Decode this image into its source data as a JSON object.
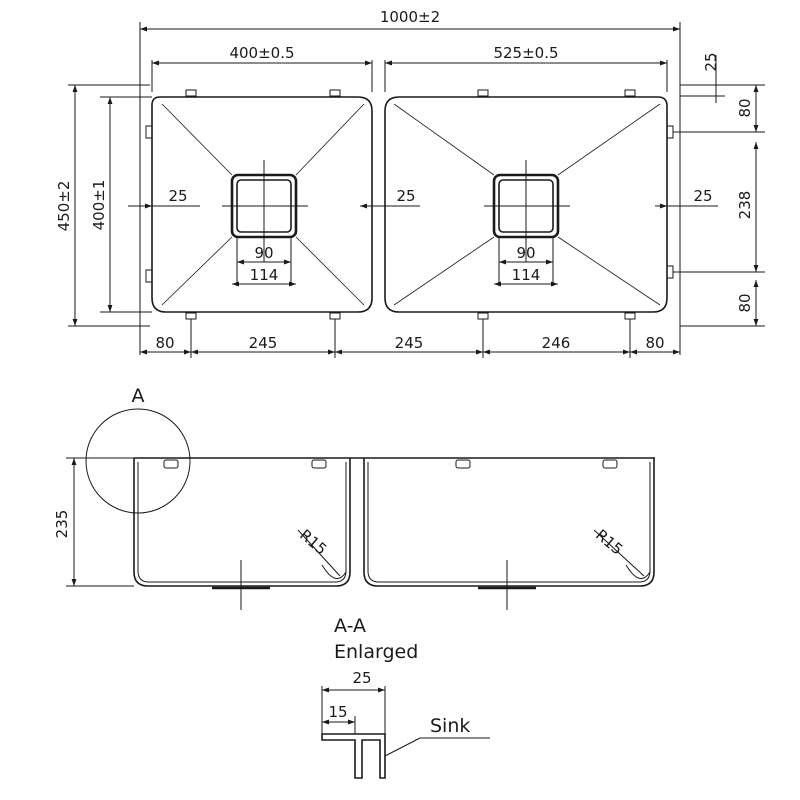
{
  "plan_view": {
    "overall_width": "1000±2",
    "left_bowl_width": "400±0.5",
    "right_bowl_width": "525±0.5",
    "top_margin": "25",
    "overall_depth": "450±2",
    "bowl_depth": "400±1",
    "left_wall": "25",
    "center_wall": "25",
    "right_wall": "25",
    "drain_inner_left": "90",
    "drain_outer_left": "114",
    "drain_inner_right": "90",
    "drain_outer_right": "114",
    "clip_offset_top": "80",
    "clip_spacing_side": "238",
    "clip_offset_bottom": "80",
    "bottom_dims": [
      "80",
      "245",
      "245",
      "246",
      "80"
    ]
  },
  "section_view": {
    "detail_marker": "A",
    "height": "235",
    "radius_left": "R15",
    "radius_right": "R15"
  },
  "detail": {
    "title": "A-A",
    "subtitle": "Enlarged",
    "flange_width": "25",
    "lip_width": "15",
    "callout": "Sink"
  }
}
